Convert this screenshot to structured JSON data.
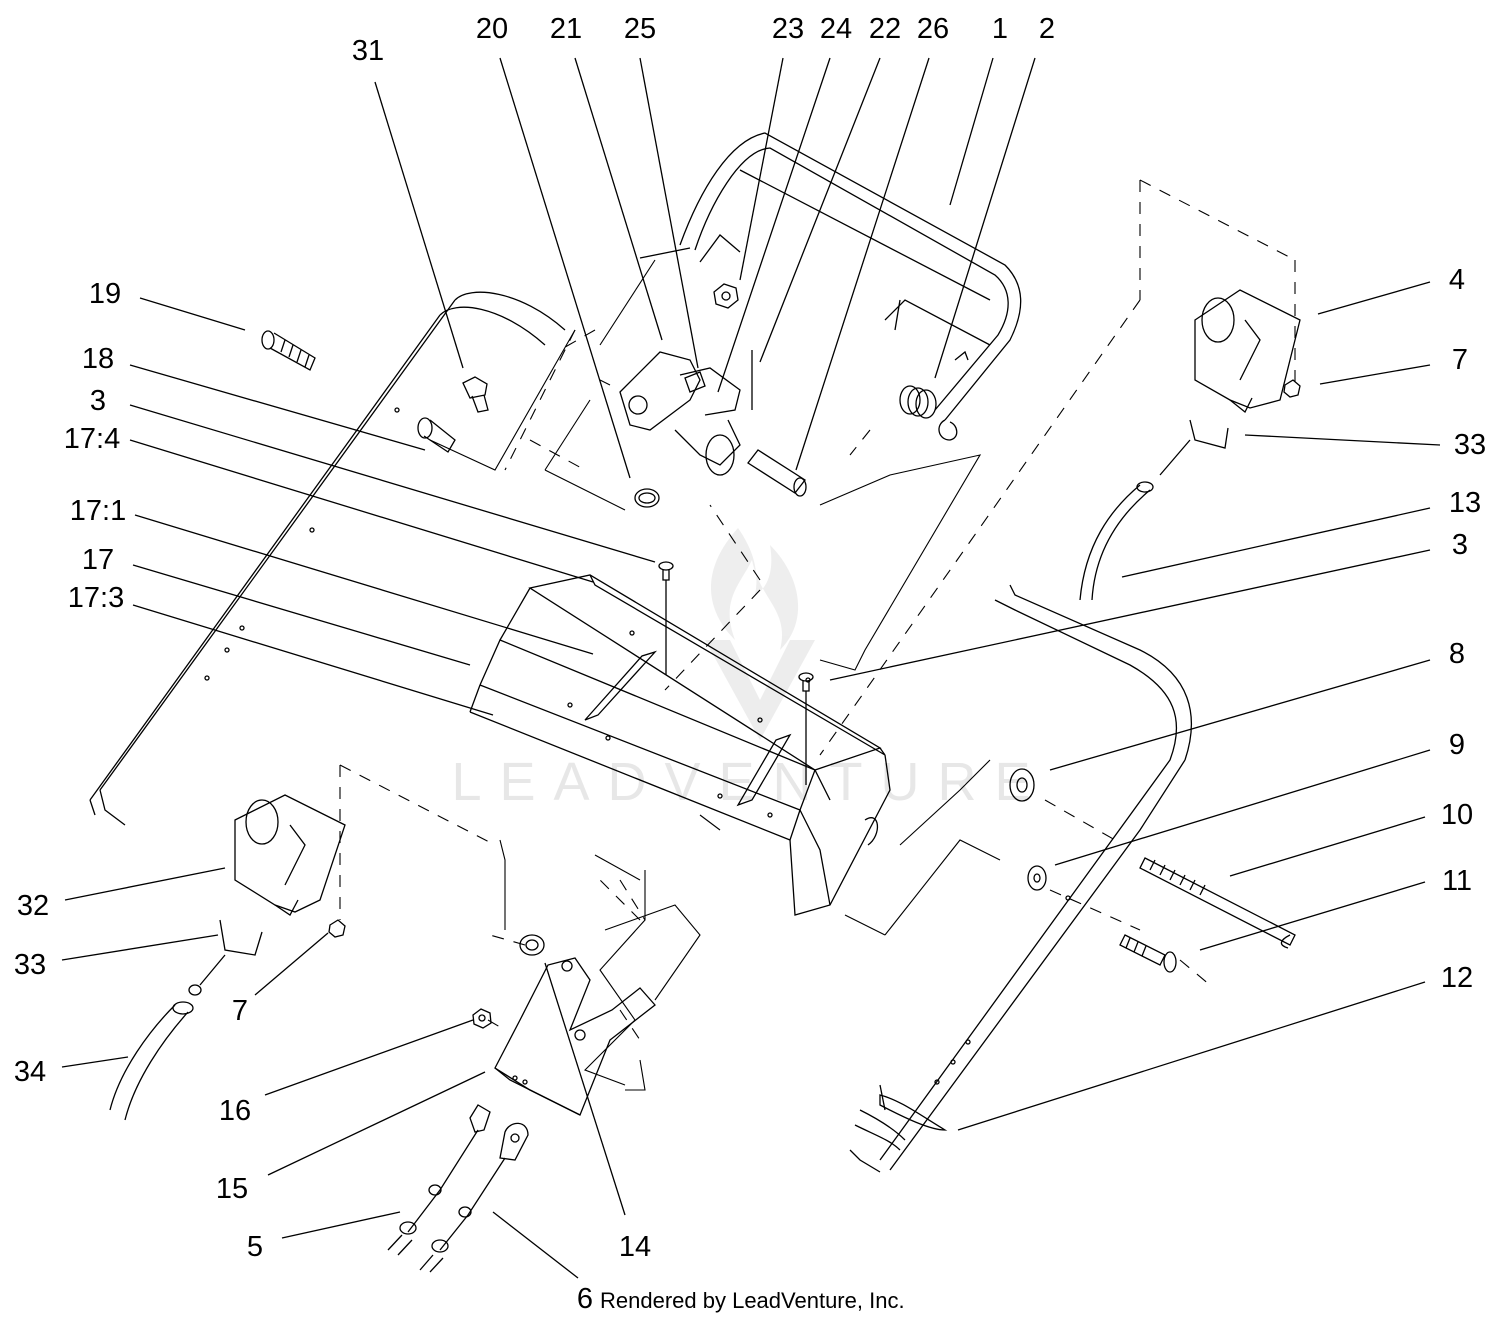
{
  "diagram": {
    "callouts": [
      {
        "id": "c31",
        "label": "31"
      },
      {
        "id": "c20",
        "label": "20"
      },
      {
        "id": "c21",
        "label": "21"
      },
      {
        "id": "c25",
        "label": "25"
      },
      {
        "id": "c23",
        "label": "23"
      },
      {
        "id": "c24",
        "label": "24"
      },
      {
        "id": "c22",
        "label": "22"
      },
      {
        "id": "c26",
        "label": "26"
      },
      {
        "id": "c1",
        "label": "1"
      },
      {
        "id": "c2",
        "label": "2"
      },
      {
        "id": "c19",
        "label": "19"
      },
      {
        "id": "c18",
        "label": "18"
      },
      {
        "id": "c3a",
        "label": "3"
      },
      {
        "id": "c174",
        "label": "17:4"
      },
      {
        "id": "c171",
        "label": "17:1"
      },
      {
        "id": "c17",
        "label": "17"
      },
      {
        "id": "c173",
        "label": "17:3"
      },
      {
        "id": "c4",
        "label": "4"
      },
      {
        "id": "c7a",
        "label": "7"
      },
      {
        "id": "c33a",
        "label": "33"
      },
      {
        "id": "c13",
        "label": "13"
      },
      {
        "id": "c3b",
        "label": "3"
      },
      {
        "id": "c8",
        "label": "8"
      },
      {
        "id": "c9",
        "label": "9"
      },
      {
        "id": "c10",
        "label": "10"
      },
      {
        "id": "c11",
        "label": "11"
      },
      {
        "id": "c12",
        "label": "12"
      },
      {
        "id": "c32",
        "label": "32"
      },
      {
        "id": "c33b",
        "label": "33"
      },
      {
        "id": "c7b",
        "label": "7"
      },
      {
        "id": "c34",
        "label": "34"
      },
      {
        "id": "c16",
        "label": "16"
      },
      {
        "id": "c15",
        "label": "15"
      },
      {
        "id": "c5",
        "label": "5"
      },
      {
        "id": "c14",
        "label": "14"
      },
      {
        "id": "c6",
        "label": "6"
      }
    ],
    "credit": "Rendered by LeadVenture, Inc.",
    "watermark": "LEADVENTURE"
  },
  "colors": {
    "ink": "#000000",
    "watermark": "#d4d4d4",
    "background": "#ffffff"
  }
}
